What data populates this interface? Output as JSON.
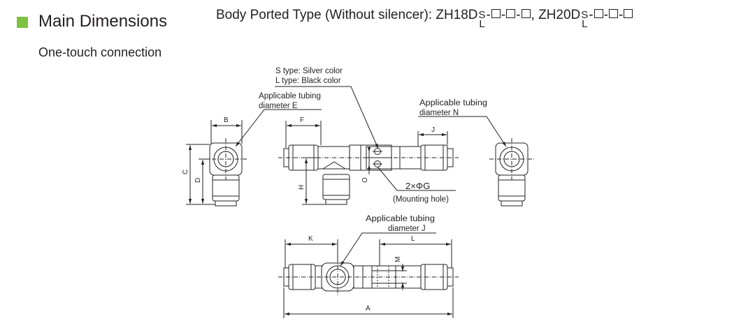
{
  "header": {
    "title": "Main Dimensions",
    "accent_color": "#7dc243",
    "model_prefix": "Body Ported Type (Without silencer): ZH18D",
    "model_mid": ", ZH20D",
    "type_s": "S",
    "type_l": "L",
    "separator": "-"
  },
  "subtitle": "One-touch connection",
  "callouts": {
    "s_type": "S type: Silver color",
    "l_type": "L type: Black color",
    "tubing_line1": "Applicable tubing",
    "tubing_e": "diameter E",
    "tubing_n": "diameter N",
    "tubing_j": "diameter J",
    "holes_count": "2×ΦG",
    "holes_note": "(Mounting hole)"
  },
  "dimensions": {
    "a": "A",
    "b": "B",
    "c": "C",
    "d": "D",
    "f": "F",
    "h": "H",
    "j": "J",
    "k": "K",
    "l": "L",
    "m": "M",
    "o": "O"
  }
}
